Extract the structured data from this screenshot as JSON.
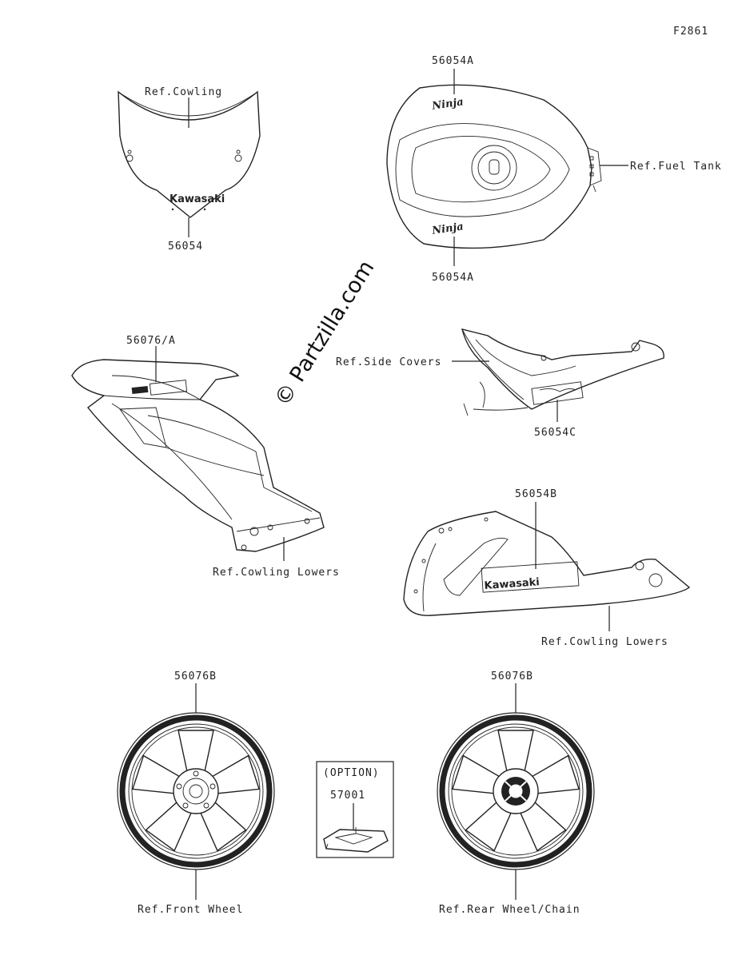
{
  "figure_code": "F2861",
  "watermark": "© Partzilla.com",
  "labels": {
    "ref_cowling": "Ref.Cowling",
    "part_56054": "56054",
    "part_56054a_top": "56054A",
    "part_56054a_bottom": "56054A",
    "ref_fuel_tank": "Ref.Fuel Tank",
    "part_56076a": "56076/A",
    "ref_side_covers": "Ref.Side Covers",
    "part_56054c": "56054C",
    "ref_cowling_lowers_left": "Ref.Cowling Lowers",
    "part_56054b": "56054B",
    "ref_cowling_lowers_right": "Ref.Cowling Lowers",
    "part_56076b_left": "56076B",
    "part_56076b_right": "56076B",
    "option": "(OPTION)",
    "part_57001": "57001",
    "ref_front_wheel": "Ref.Front Wheel",
    "ref_rear_wheel": "Ref.Rear Wheel/Chain"
  },
  "decal_text": {
    "windscreen": "Kawasaki",
    "tank_logo": "Ninja",
    "lower_cowl": "Kawasaki"
  }
}
